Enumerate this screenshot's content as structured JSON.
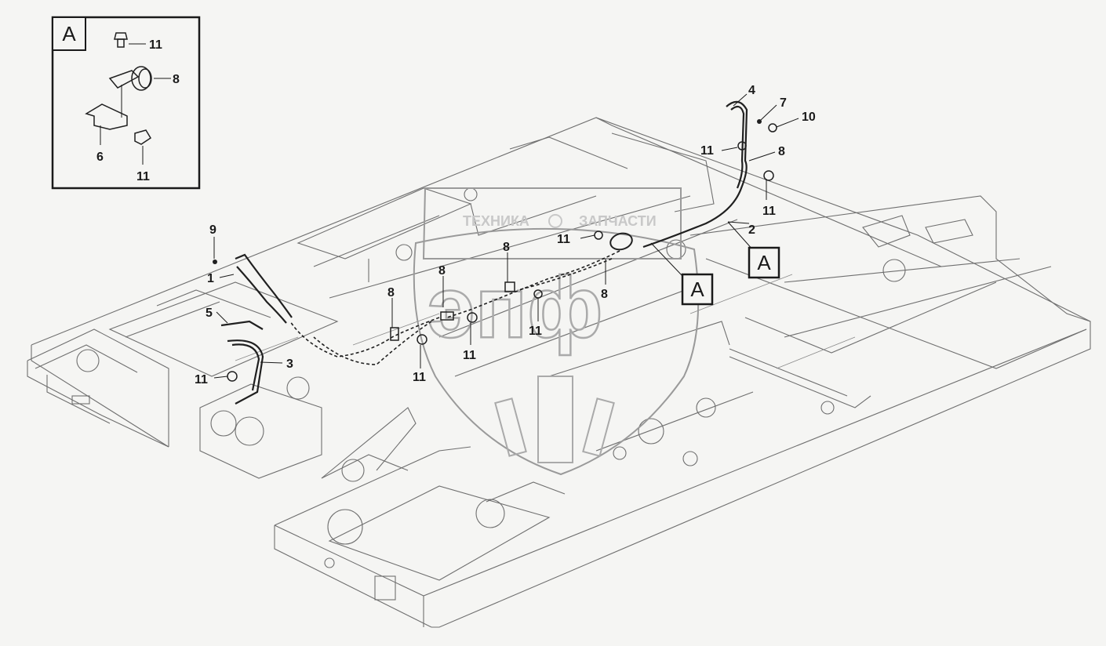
{
  "inset": {
    "view_label": "A",
    "callouts": {
      "bolt_top": "11",
      "bushing": "8",
      "bracket": "6",
      "bolt_bottom": "11"
    }
  },
  "main": {
    "view_marker_1": "A",
    "view_marker_2": "A",
    "callouts": {
      "c4": "4",
      "c7": "7",
      "c10": "10",
      "c11_right_top": "11",
      "c8_right": "8",
      "c11_right": "11",
      "c2": "2",
      "c9": "9",
      "c1": "1",
      "c5": "5",
      "c3": "3",
      "c11_left": "11",
      "c11_mid_top": "11",
      "c8_mid_a": "8",
      "c8_mid_b": "8",
      "c8_mid_c": "8",
      "c8_mid_d": "8",
      "c11_mid_a": "11",
      "c11_mid_b": "11",
      "c11_mid_c": "11"
    }
  },
  "watermark": {
    "left_text": "ТЕХНИКА",
    "right_text": "ЗАПЧАСТИ",
    "logo_text": "эпф"
  }
}
